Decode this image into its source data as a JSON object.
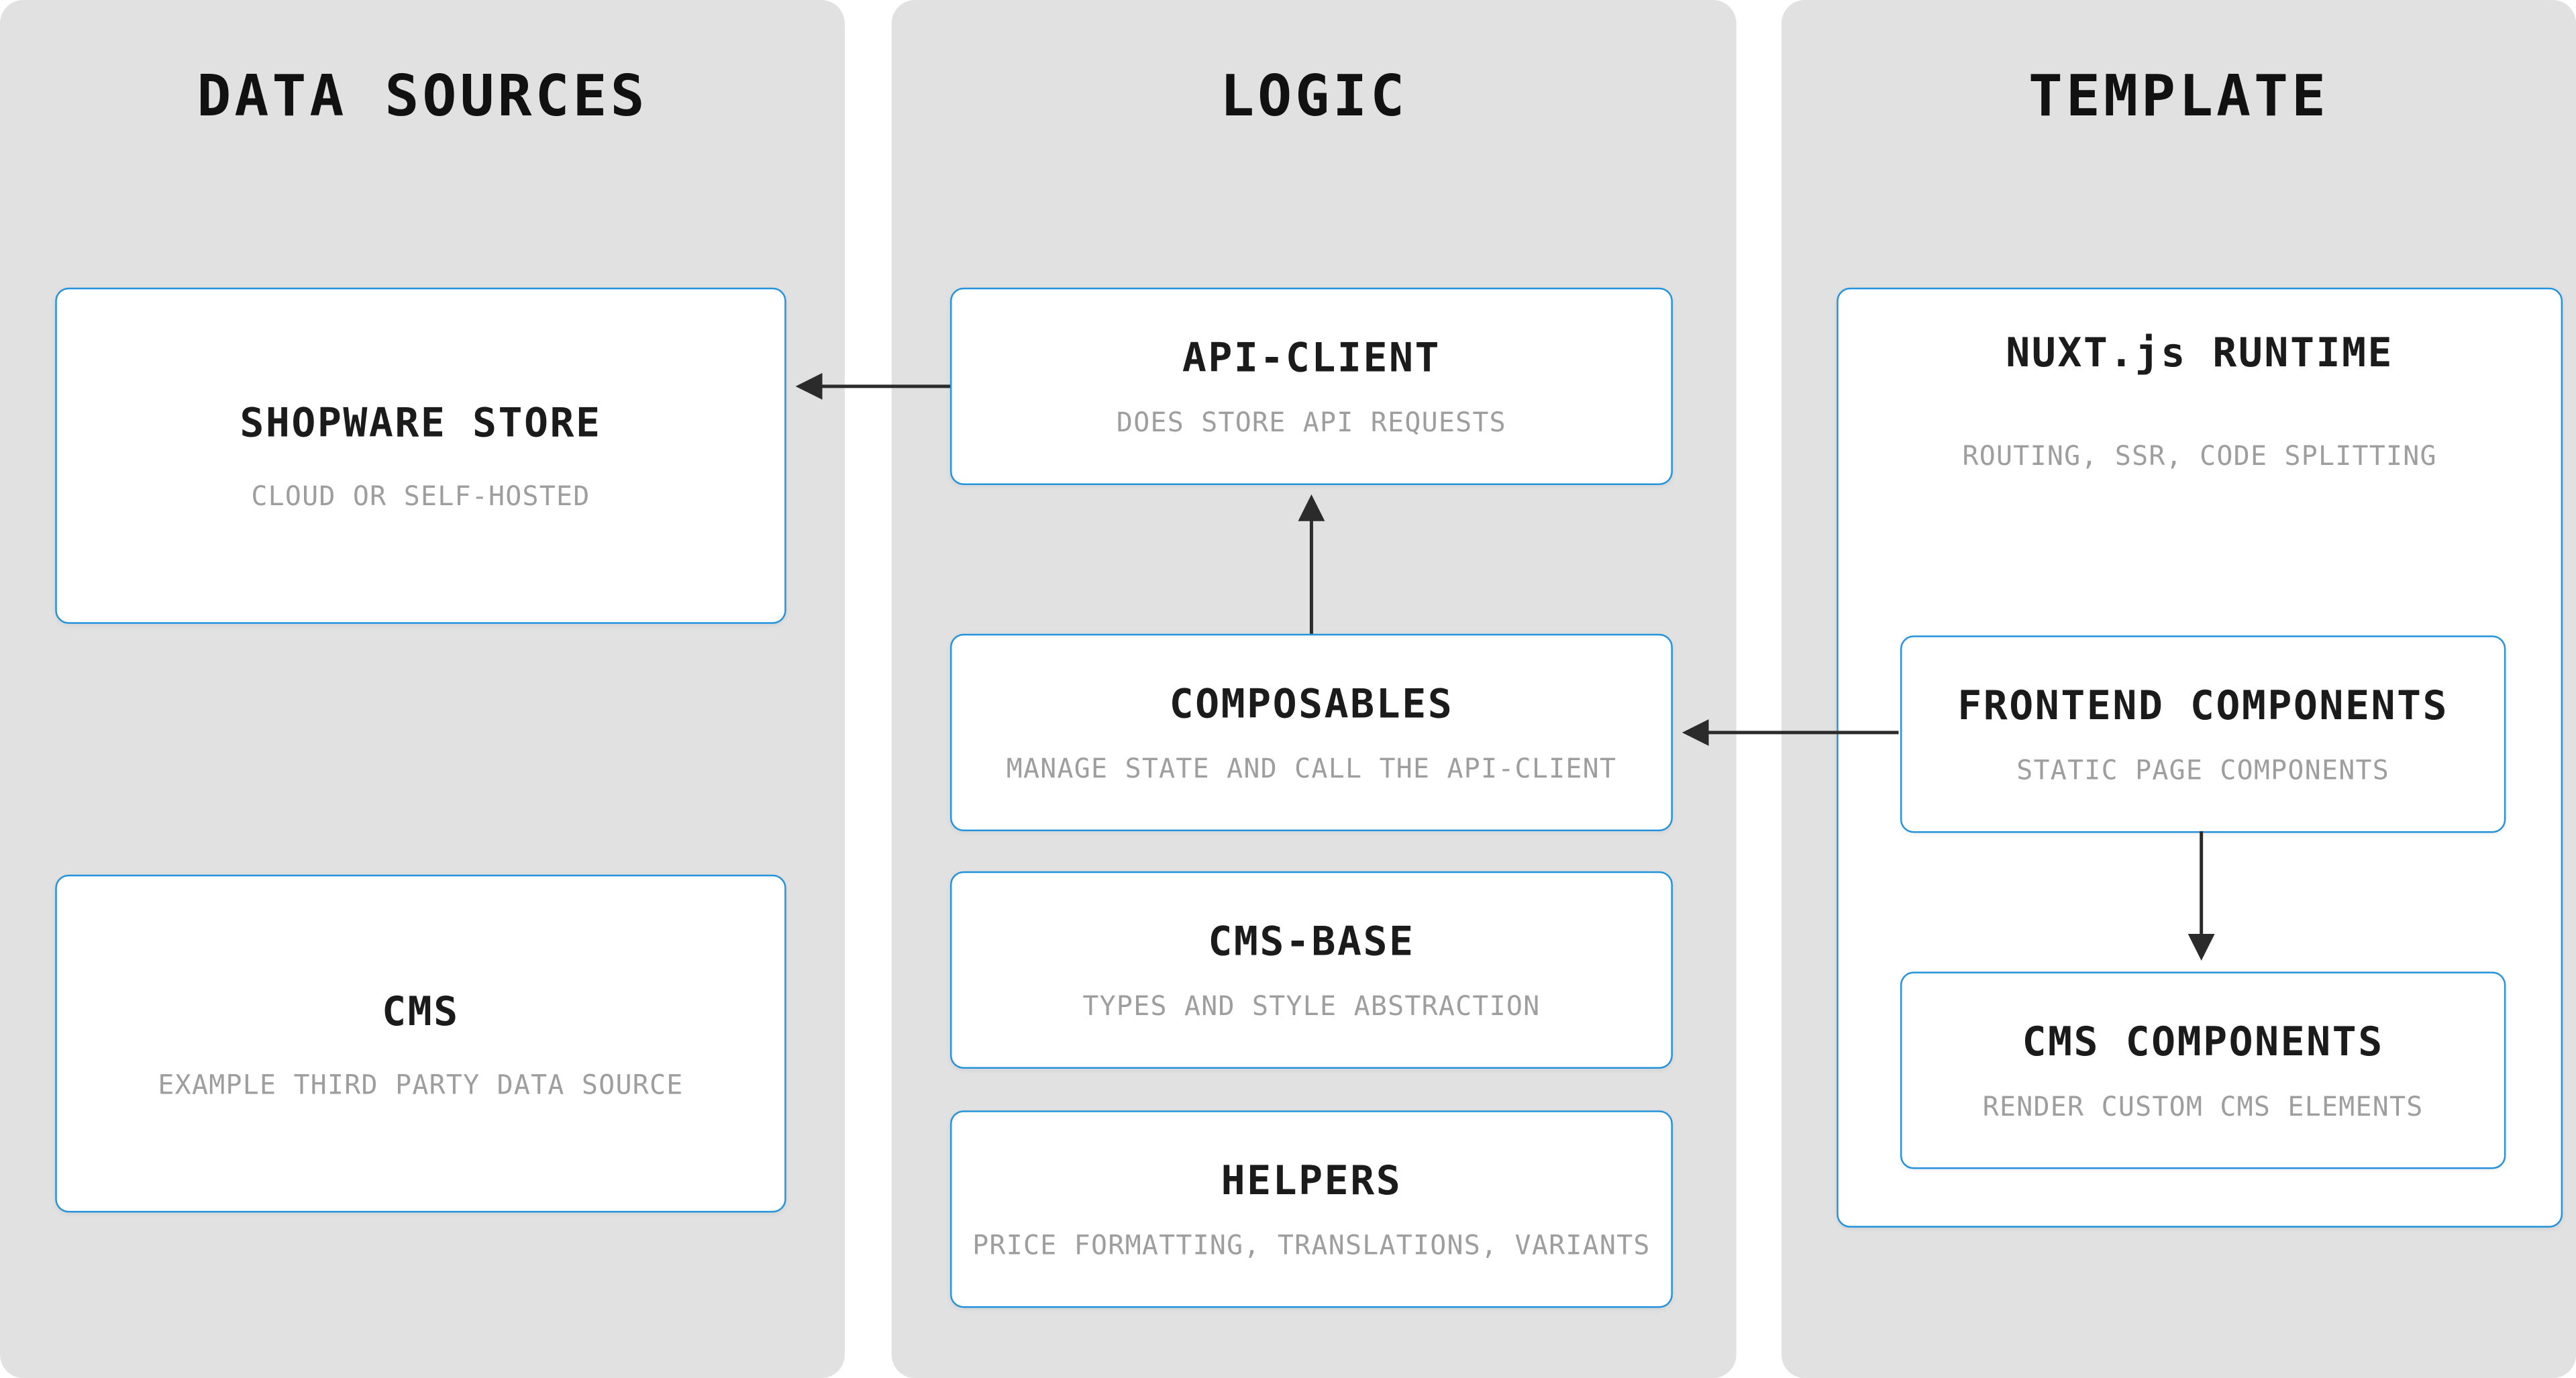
{
  "diagram": {
    "columns": [
      {
        "title": "DATA SOURCES",
        "boxes": [
          {
            "title": "SHOPWARE STORE",
            "subtitle": "CLOUD OR SELF-HOSTED"
          },
          {
            "title": "CMS",
            "subtitle": "EXAMPLE THIRD PARTY DATA SOURCE"
          }
        ]
      },
      {
        "title": "LOGIC",
        "boxes": [
          {
            "title": "API-CLIENT",
            "subtitle": "DOES STORE API REQUESTS"
          },
          {
            "title": "COMPOSABLES",
            "subtitle": "MANAGE STATE AND CALL THE API-CLIENT"
          },
          {
            "title": "CMS-BASE",
            "subtitle": "TYPES AND STYLE ABSTRACTION"
          },
          {
            "title": "HELPERS",
            "subtitle": "PRICE FORMATTING, TRANSLATIONS, VARIANTS"
          }
        ]
      },
      {
        "title": "TEMPLATE",
        "boxes": [
          {
            "title": "NUXT.js RUNTIME",
            "subtitle": "ROUTING, SSR, CODE SPLITTING"
          },
          {
            "title": "FRONTEND COMPONENTS",
            "subtitle": "STATIC PAGE COMPONENTS"
          },
          {
            "title": "CMS COMPONENTS",
            "subtitle": "RENDER CUSTOM CMS ELEMENTS"
          }
        ]
      }
    ],
    "arrows": [
      {
        "from": "API-CLIENT",
        "to": "SHOPWARE STORE"
      },
      {
        "from": "COMPOSABLES",
        "to": "API-CLIENT"
      },
      {
        "from": "FRONTEND COMPONENTS",
        "to": "COMPOSABLES"
      },
      {
        "from": "FRONTEND COMPONENTS",
        "to": "CMS COMPONENTS"
      }
    ],
    "colors": {
      "panel_bg": "#e1e1e1",
      "box_bg": "#ffffff",
      "box_border": "#2493db",
      "title": "#1b1b1b",
      "subtitle": "#9e9e9e",
      "arrow": "#2b2b2b"
    }
  }
}
